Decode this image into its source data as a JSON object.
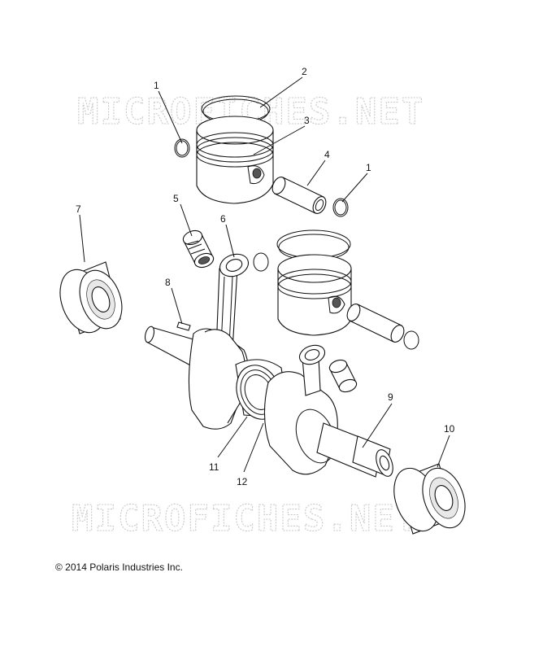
{
  "watermark": {
    "text": "MICROFICHES.NET"
  },
  "callouts": {
    "c1a": "1",
    "c2": "2",
    "c3": "3",
    "c4": "4",
    "c1b": "1",
    "c5": "5",
    "c6": "6",
    "c7": "7",
    "c8": "8",
    "c9": "9",
    "c10": "10",
    "c11": "11",
    "c12": "12"
  },
  "copyright": "© 2014 Polaris Industries Inc."
}
